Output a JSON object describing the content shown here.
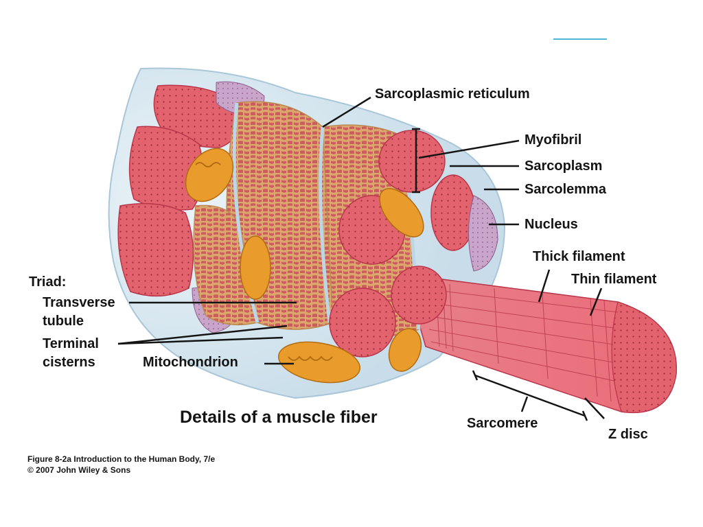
{
  "figure": {
    "caption": "Details of a muscle fiber",
    "credit_line_1": "Figure 8-2a  Introduction to the Human Body, 7/e",
    "credit_line_2": "© 2007 John Wiley & Sons"
  },
  "labels": {
    "sarcoplasmic_reticulum": "Sarcoplasmic reticulum",
    "myofibril": "Myofibril",
    "sarcoplasm": "Sarcoplasm",
    "sarcolemma": "Sarcolemma",
    "nucleus": "Nucleus",
    "thick_filament": "Thick filament",
    "thin_filament": "Thin filament",
    "triad": "Triad:",
    "transverse_tubule_1": "Transverse",
    "transverse_tubule_2": "tubule",
    "terminal_cisterns_1": "Terminal",
    "terminal_cisterns_2": "cisterns",
    "mitochondrion": "Mitochondrion",
    "sarcomere": "Sarcomere",
    "z_disc": "Z disc"
  },
  "colors": {
    "myofibril_pink": "#e2636e",
    "myofibril_dark": "#b8354a",
    "reticulum_tan": "#d9a86a",
    "mitochondrion_orange": "#e99b2c",
    "sarcolemma_blue": "#bcd6e6",
    "nucleus_purple": "#c9a6c9",
    "accent_blue": "#4db6d6"
  }
}
